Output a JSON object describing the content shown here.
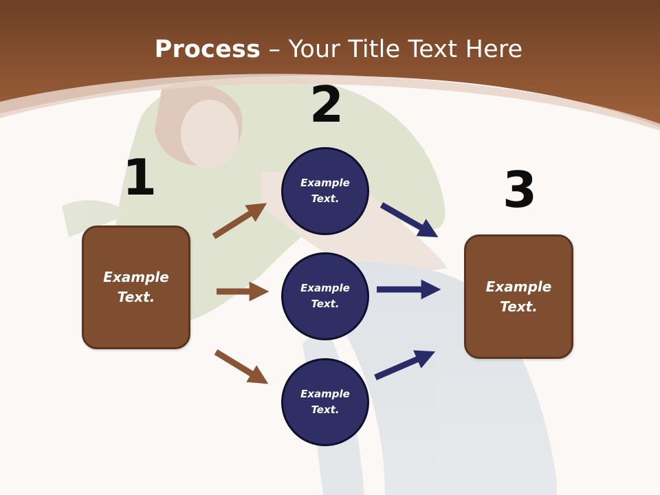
{
  "slide": {
    "title_bold": "Process",
    "title_rest": " – Your Title Text Here"
  },
  "steps": {
    "n1": "1",
    "n2": "2",
    "n3": "3"
  },
  "left_box": {
    "line1": "Example",
    "line2": "Text."
  },
  "right_box": {
    "line1": "Example",
    "line2": "Text."
  },
  "circles": [
    {
      "line1": "Example",
      "line2": "Text."
    },
    {
      "line1": "Example",
      "line2": "Text."
    },
    {
      "line1": "Example",
      "line2": "Text."
    }
  ],
  "colors": {
    "header": "#8e5530",
    "box_fill": "#7f4e30",
    "circle_fill": "#2f2f66",
    "arrow_brown": "#8a5535",
    "arrow_navy": "#2a2a66"
  }
}
